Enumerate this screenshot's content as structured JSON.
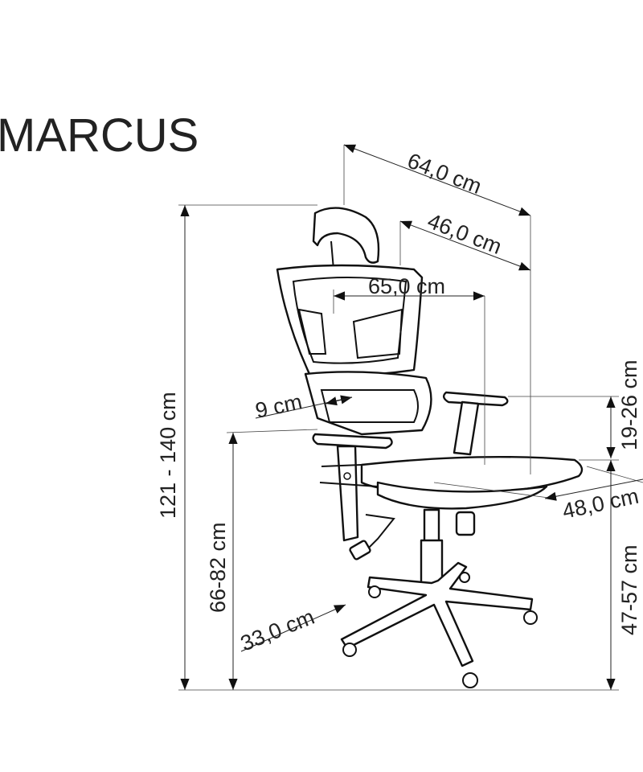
{
  "title": "MARCUS",
  "dimensions": {
    "total_depth": "64,0 cm",
    "seat_back_depth": "46,0 cm",
    "overall_width": "65,0 cm",
    "armrest_adjust": "9 cm",
    "armrest_height": "19-26 cm",
    "seat_width": "48,0 cm",
    "total_height": "121 - 140 cm",
    "armrest_floor_height": "66-82 cm",
    "seat_height": "47-57 cm",
    "base_radius": "33,0 cm"
  }
}
